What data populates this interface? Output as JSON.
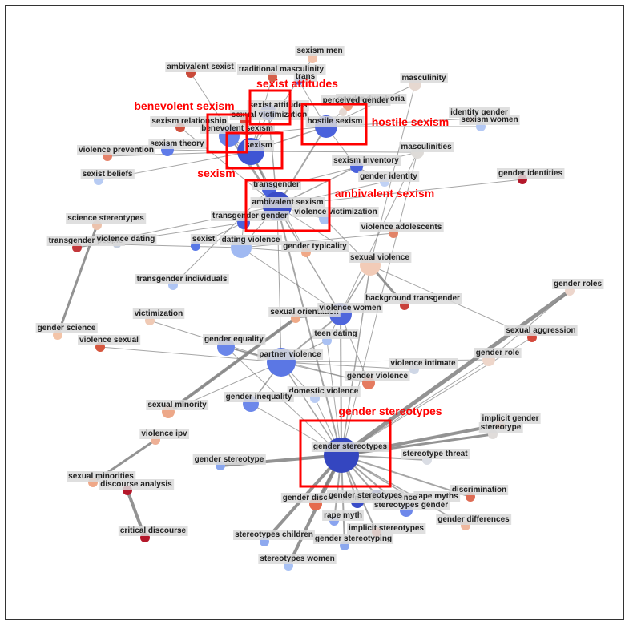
{
  "colors": {
    "highlight": "#ff0000",
    "edge": "#808080",
    "label_bg": "#d9d9d9",
    "frame": "#333333"
  },
  "nodes": [
    {
      "id": "sexism_men",
      "label": "sexism men",
      "color": "#f2c2aa"
    },
    {
      "id": "ambivalent_sexist",
      "label": "ambivalent sexist",
      "color": "#c94a3a"
    },
    {
      "id": "traditional_masculinity",
      "label": "traditional masculinity",
      "color": "#d5604a"
    },
    {
      "id": "trans",
      "label": "trans",
      "color": "#5a74e6"
    },
    {
      "id": "masculinity",
      "label": "masculinity",
      "color": "#e6d8d0"
    },
    {
      "id": "sexist_attitudes",
      "label": "sexist attitudes",
      "color": "#5a74e6"
    },
    {
      "id": "gender_dysphoria",
      "label": "gender dysphoria",
      "color": "#efa085"
    },
    {
      "id": "perceived_gender",
      "label": "perceived gender",
      "color": "#e5d9d3"
    },
    {
      "id": "sexual_victimization",
      "label": "sexual victimization",
      "color": "#d1493b"
    },
    {
      "id": "hostile_sexism",
      "label": "hostile sexism",
      "color": "#4a62dc"
    },
    {
      "id": "identity_gender",
      "label": "identity gender",
      "color": "#e9a585"
    },
    {
      "id": "sexism_women",
      "label": "sexism women",
      "color": "#b3c8f4"
    },
    {
      "id": "sexism_relationship",
      "label": "sexism relationship",
      "color": "#d2513e"
    },
    {
      "id": "benevolent_sexism",
      "label": "benevolent sexism",
      "color": "#6684ea"
    },
    {
      "id": "sexism_theory",
      "label": "sexism theory",
      "color": "#5f7be8"
    },
    {
      "id": "sexism",
      "label": "sexism",
      "color": "#3f55d4"
    },
    {
      "id": "violence_prevention",
      "label": "violence prevention",
      "color": "#e5826a"
    },
    {
      "id": "masculinities",
      "label": "masculinities",
      "color": "#dedbd8"
    },
    {
      "id": "sexist_beliefs",
      "label": "sexist beliefs",
      "color": "#b7cbf3"
    },
    {
      "id": "sexism_inventory",
      "label": "sexism inventory",
      "color": "#4a62dc"
    },
    {
      "id": "gender_identity",
      "label": "gender identity",
      "color": "#c0d2f5"
    },
    {
      "id": "gender_identities",
      "label": "gender identities",
      "color": "#b4172a"
    },
    {
      "id": "transgender",
      "label": "transgender",
      "color": "#4a62dc"
    },
    {
      "id": "ambivalent_sexism",
      "label": "ambivalent sexism",
      "color": "#3a4cc8"
    },
    {
      "id": "transgender_gender",
      "label": "transgender gender",
      "color": "#4a62dc"
    },
    {
      "id": "violence_victimization",
      "label": "violence victimization",
      "color": "#a9c1f3"
    },
    {
      "id": "science_stereotypes",
      "label": "science stereotypes",
      "color": "#ecc2ac"
    },
    {
      "id": "transgender_people",
      "label": "transgender people",
      "color": "#c3373a"
    },
    {
      "id": "violence_dating",
      "label": "violence dating",
      "color": "#c6cfde"
    },
    {
      "id": "sexist",
      "label": "sexist",
      "color": "#5878e6"
    },
    {
      "id": "dating_violence",
      "label": "dating violence",
      "color": "#a0b9f2"
    },
    {
      "id": "violence_adolescents",
      "label": "violence adolescents",
      "color": "#e28468"
    },
    {
      "id": "gender_typicality",
      "label": "gender typicality",
      "color": "#f0a887"
    },
    {
      "id": "sexual_violence",
      "label": "sexual violence",
      "color": "#f2cbb7"
    },
    {
      "id": "transgender_individuals",
      "label": "transgender individuals",
      "color": "#aec4f3"
    },
    {
      "id": "gender_roles",
      "label": "gender roles",
      "color": "#edd6cc"
    },
    {
      "id": "background_transgender",
      "label": "background transgender",
      "color": "#c9403a"
    },
    {
      "id": "victimization",
      "label": "victimization",
      "color": "#f0cab5"
    },
    {
      "id": "sexual_orientation",
      "label": "sexual orientation",
      "color": "#efaa88"
    },
    {
      "id": "violence_women",
      "label": "violence women",
      "color": "#4f66dc"
    },
    {
      "id": "gender_science",
      "label": "gender science",
      "color": "#f3c4a8"
    },
    {
      "id": "sexual_aggression",
      "label": "sexual aggression",
      "color": "#d4493c"
    },
    {
      "id": "teen_dating",
      "label": "teen dating",
      "color": "#aac1f3"
    },
    {
      "id": "violence_sexual",
      "label": "violence sexual",
      "color": "#d6573f"
    },
    {
      "id": "gender_equality",
      "label": "gender equality",
      "color": "#6a86ea"
    },
    {
      "id": "partner_violence",
      "label": "partner violence",
      "color": "#5b77e4"
    },
    {
      "id": "gender_role",
      "label": "gender role",
      "color": "#eed6ca"
    },
    {
      "id": "violence_intimate",
      "label": "violence intimate",
      "color": "#cfd7e6"
    },
    {
      "id": "gender_violence",
      "label": "gender violence",
      "color": "#e57b60"
    },
    {
      "id": "domestic_violence",
      "label": "domestic violence",
      "color": "#b9cbf3"
    },
    {
      "id": "sexual_minority",
      "label": "sexual minority",
      "color": "#eda889"
    },
    {
      "id": "gender_inequality",
      "label": "gender inequality",
      "color": "#6d88ea"
    },
    {
      "id": "implicit_gender",
      "label": "implicit gender",
      "color": "#ee9c78"
    },
    {
      "id": "stereotype",
      "label": "stereotype",
      "color": "#e0dcda"
    },
    {
      "id": "violence_ipv",
      "label": "violence ipv",
      "color": "#eeb096"
    },
    {
      "id": "gender_stereotypes",
      "label": "gender stereotypes",
      "color": "#3446c0"
    },
    {
      "id": "gender_stereotype",
      "label": "gender stereotype",
      "color": "#89a6ef"
    },
    {
      "id": "stereotype_threat",
      "label": "stereotype threat",
      "color": "#dadde4"
    },
    {
      "id": "sexual_minorities",
      "label": "sexual minorities",
      "color": "#efa888"
    },
    {
      "id": "discourse_analysis",
      "label": "discourse analysis",
      "color": "#b4172a"
    },
    {
      "id": "discrimination",
      "label": "discrimination",
      "color": "#de6c55"
    },
    {
      "id": "gender_discrimination",
      "label": "gender discrimination",
      "color": "#e56a4e"
    },
    {
      "id": "rape_myth",
      "label": "rape myth",
      "color": "#8aa4ef"
    },
    {
      "id": "stereotypes_gender",
      "label": "stereotypes gender",
      "color": "#6e88ea"
    },
    {
      "id": "rape_myths",
      "label": "rape myths",
      "color": "#e1dde0"
    },
    {
      "id": "gender_differences",
      "label": "gender differences",
      "color": "#efb79d"
    },
    {
      "id": "implicit_stereotypes",
      "label": "implicit stereotypes",
      "color": "#e67c60"
    },
    {
      "id": "critical_discourse",
      "label": "critical discourse",
      "color": "#b4172a"
    },
    {
      "id": "stereotypes_children",
      "label": "stereotypes children",
      "color": "#8ea9ef"
    },
    {
      "id": "gender_stereotyping",
      "label": "gender stereotyping",
      "color": "#8ba7ee"
    },
    {
      "id": "stereotypes_women",
      "label": "stereotypes women",
      "color": "#a8c1f4"
    },
    {
      "id": "intimate_violence",
      "label": "intimate violence",
      "color": "#4961d8"
    },
    {
      "id": "gender_stereotypes_sub",
      "label": "gender stereotypes",
      "color": "#3a4dc8"
    }
  ],
  "highlights": [
    {
      "label": "sexist attitudes"
    },
    {
      "label": "benevolent sexism"
    },
    {
      "label": "hostile sexism"
    },
    {
      "label": "sexism"
    },
    {
      "label": "ambivalent sexism"
    },
    {
      "label": "gender stereotypes"
    }
  ]
}
